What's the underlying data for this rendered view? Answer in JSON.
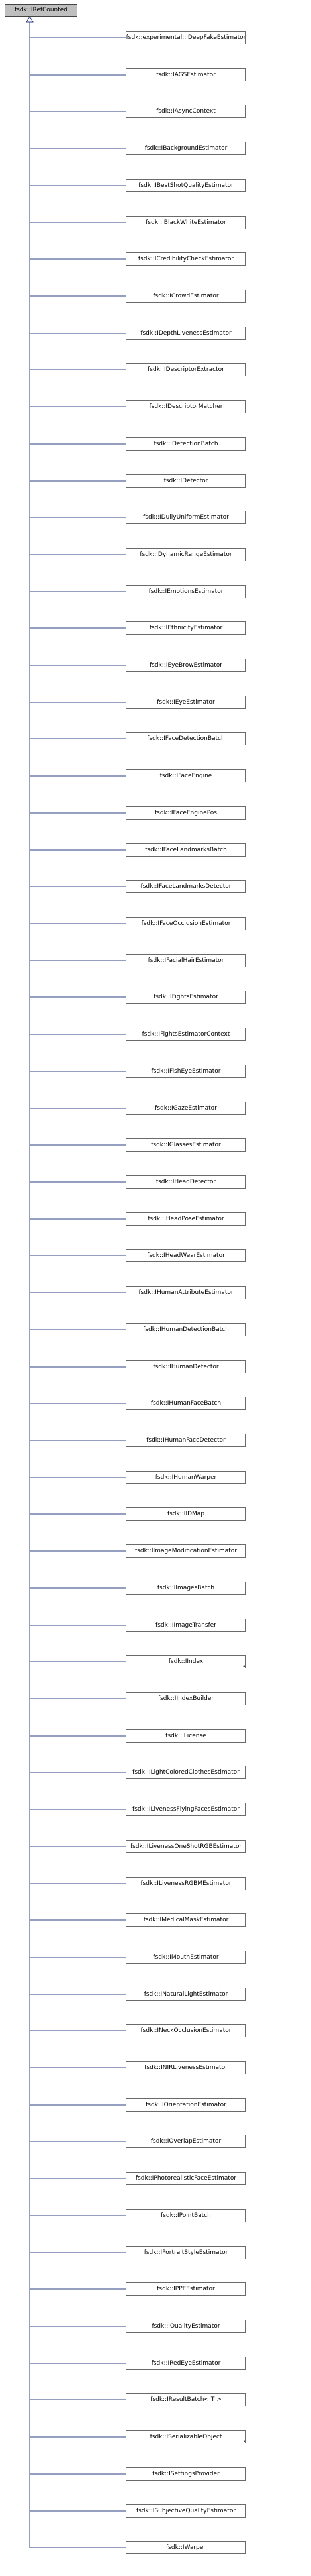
{
  "diagram": {
    "root": {
      "label": "fsdk::IRefCounted"
    },
    "children": [
      {
        "label": "fsdk::experimental::IDeepFakeEstimator"
      },
      {
        "label": "fsdk::IAGSEstimator"
      },
      {
        "label": "fsdk::IAsyncContext"
      },
      {
        "label": "fsdk::IBackgroundEstimator"
      },
      {
        "label": "fsdk::IBestShotQualityEstimator"
      },
      {
        "label": "fsdk::IBlackWhiteEstimator"
      },
      {
        "label": "fsdk::ICredibilityCheckEstimator"
      },
      {
        "label": "fsdk::ICrowdEstimator"
      },
      {
        "label": "fsdk::IDepthLivenessEstimator"
      },
      {
        "label": "fsdk::IDescriptorExtractor"
      },
      {
        "label": "fsdk::IDescriptorMatcher"
      },
      {
        "label": "fsdk::IDetectionBatch"
      },
      {
        "label": "fsdk::IDetector"
      },
      {
        "label": "fsdk::IDullyUniformEstimator"
      },
      {
        "label": "fsdk::IDynamicRangeEstimator"
      },
      {
        "label": "fsdk::IEmotionsEstimator"
      },
      {
        "label": "fsdk::IEthnicityEstimator"
      },
      {
        "label": "fsdk::IEyeBrowEstimator"
      },
      {
        "label": "fsdk::IEyeEstimator"
      },
      {
        "label": "fsdk::IFaceDetectionBatch"
      },
      {
        "label": "fsdk::IFaceEngine"
      },
      {
        "label": "fsdk::IFaceEnginePos"
      },
      {
        "label": "fsdk::IFaceLandmarksBatch"
      },
      {
        "label": "fsdk::IFaceLandmarksDetector"
      },
      {
        "label": "fsdk::IFaceOcclusionEstimator"
      },
      {
        "label": "fsdk::IFacialHairEstimator"
      },
      {
        "label": "fsdk::IFightsEstimator"
      },
      {
        "label": "fsdk::IFightsEstimatorContext"
      },
      {
        "label": "fsdk::IFishEyeEstimator"
      },
      {
        "label": "fsdk::IGazeEstimator"
      },
      {
        "label": "fsdk::IGlassesEstimator"
      },
      {
        "label": "fsdk::IHeadDetector"
      },
      {
        "label": "fsdk::IHeadPoseEstimator"
      },
      {
        "label": "fsdk::IHeadWearEstimator"
      },
      {
        "label": "fsdk::IHumanAttributeEstimator"
      },
      {
        "label": "fsdk::IHumanDetectionBatch"
      },
      {
        "label": "fsdk::IHumanDetector"
      },
      {
        "label": "fsdk::IHumanFaceBatch"
      },
      {
        "label": "fsdk::IHumanFaceDetector"
      },
      {
        "label": "fsdk::IHumanWarper"
      },
      {
        "label": "fsdk::IIDMap"
      },
      {
        "label": "fsdk::IImageModificationEstimator"
      },
      {
        "label": "fsdk::IImagesBatch"
      },
      {
        "label": "fsdk::IImageTransfer"
      },
      {
        "label": "fsdk::IIndex",
        "has_more": true
      },
      {
        "label": "fsdk::IIndexBuilder"
      },
      {
        "label": "fsdk::ILicense"
      },
      {
        "label": "fsdk::ILightColoredClothesEstimator"
      },
      {
        "label": "fsdk::ILivenessFlyingFacesEstimator"
      },
      {
        "label": "fsdk::ILivenessOneShotRGBEstimator"
      },
      {
        "label": "fsdk::ILivenessRGBMEstimator"
      },
      {
        "label": "fsdk::IMedicalMaskEstimator"
      },
      {
        "label": "fsdk::IMouthEstimator"
      },
      {
        "label": "fsdk::INaturalLightEstimator"
      },
      {
        "label": "fsdk::INeckOcclusionEstimator"
      },
      {
        "label": "fsdk::INIRLivenessEstimator"
      },
      {
        "label": "fsdk::IOrientationEstimator"
      },
      {
        "label": "fsdk::IOverlapEstimator"
      },
      {
        "label": "fsdk::IPhotorealisticFaceEstimator"
      },
      {
        "label": "fsdk::IPointBatch"
      },
      {
        "label": "fsdk::IPortraitStyleEstimator"
      },
      {
        "label": "fsdk::IPPEEstimator"
      },
      {
        "label": "fsdk::IQualityEstimator"
      },
      {
        "label": "fsdk::IRedEyeEstimator"
      },
      {
        "label": "fsdk::IResultBatch< T >"
      },
      {
        "label": "fsdk::ISerializableObject",
        "has_more": true
      },
      {
        "label": "fsdk::ISettingsProvider"
      },
      {
        "label": "fsdk::ISubjectiveQualityEstimator"
      },
      {
        "label": "fsdk::IWarper"
      }
    ]
  }
}
